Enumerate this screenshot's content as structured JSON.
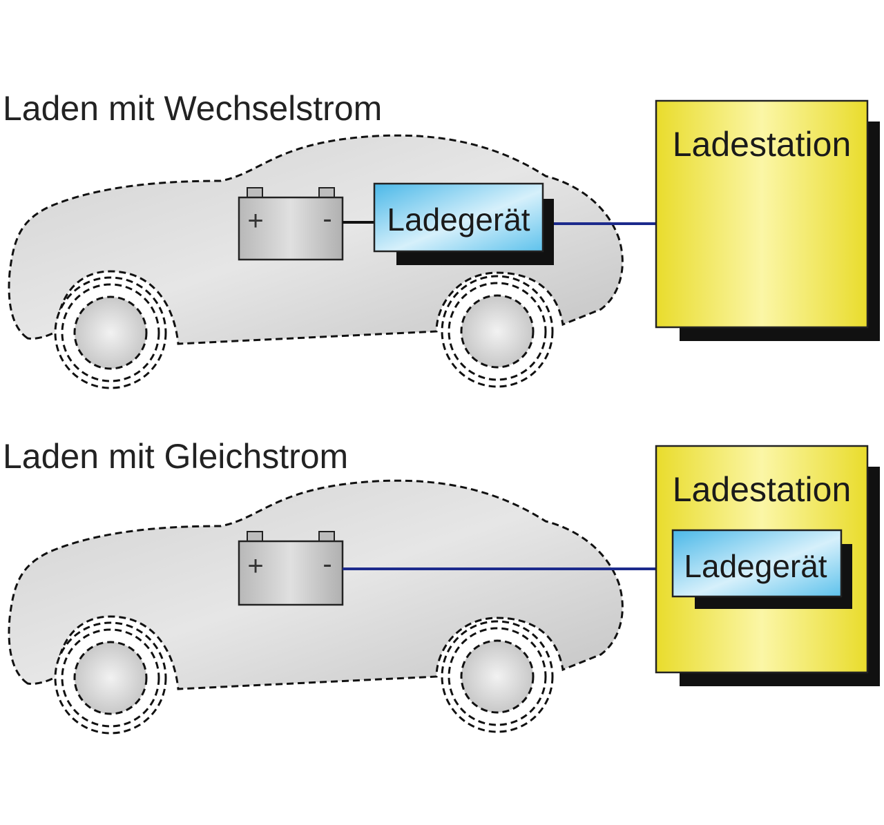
{
  "panels": [
    {
      "heading": "Laden mit Wechselstrom",
      "station_label": "Ladestation",
      "charger_label": "Ladegerät",
      "charger_location": "vehicle"
    },
    {
      "heading": "Laden mit Gleichstrom",
      "station_label": "Ladestation",
      "charger_label": "Ladegerät",
      "charger_location": "station"
    }
  ],
  "battery": {
    "plus": "+",
    "minus": "-"
  },
  "colors": {
    "car_body": "#c9c9c9",
    "station_yellow": "#f2e640",
    "charger_blue": "#6cc7ee",
    "cable": "#1c2a8c",
    "shadow": "#111111"
  }
}
